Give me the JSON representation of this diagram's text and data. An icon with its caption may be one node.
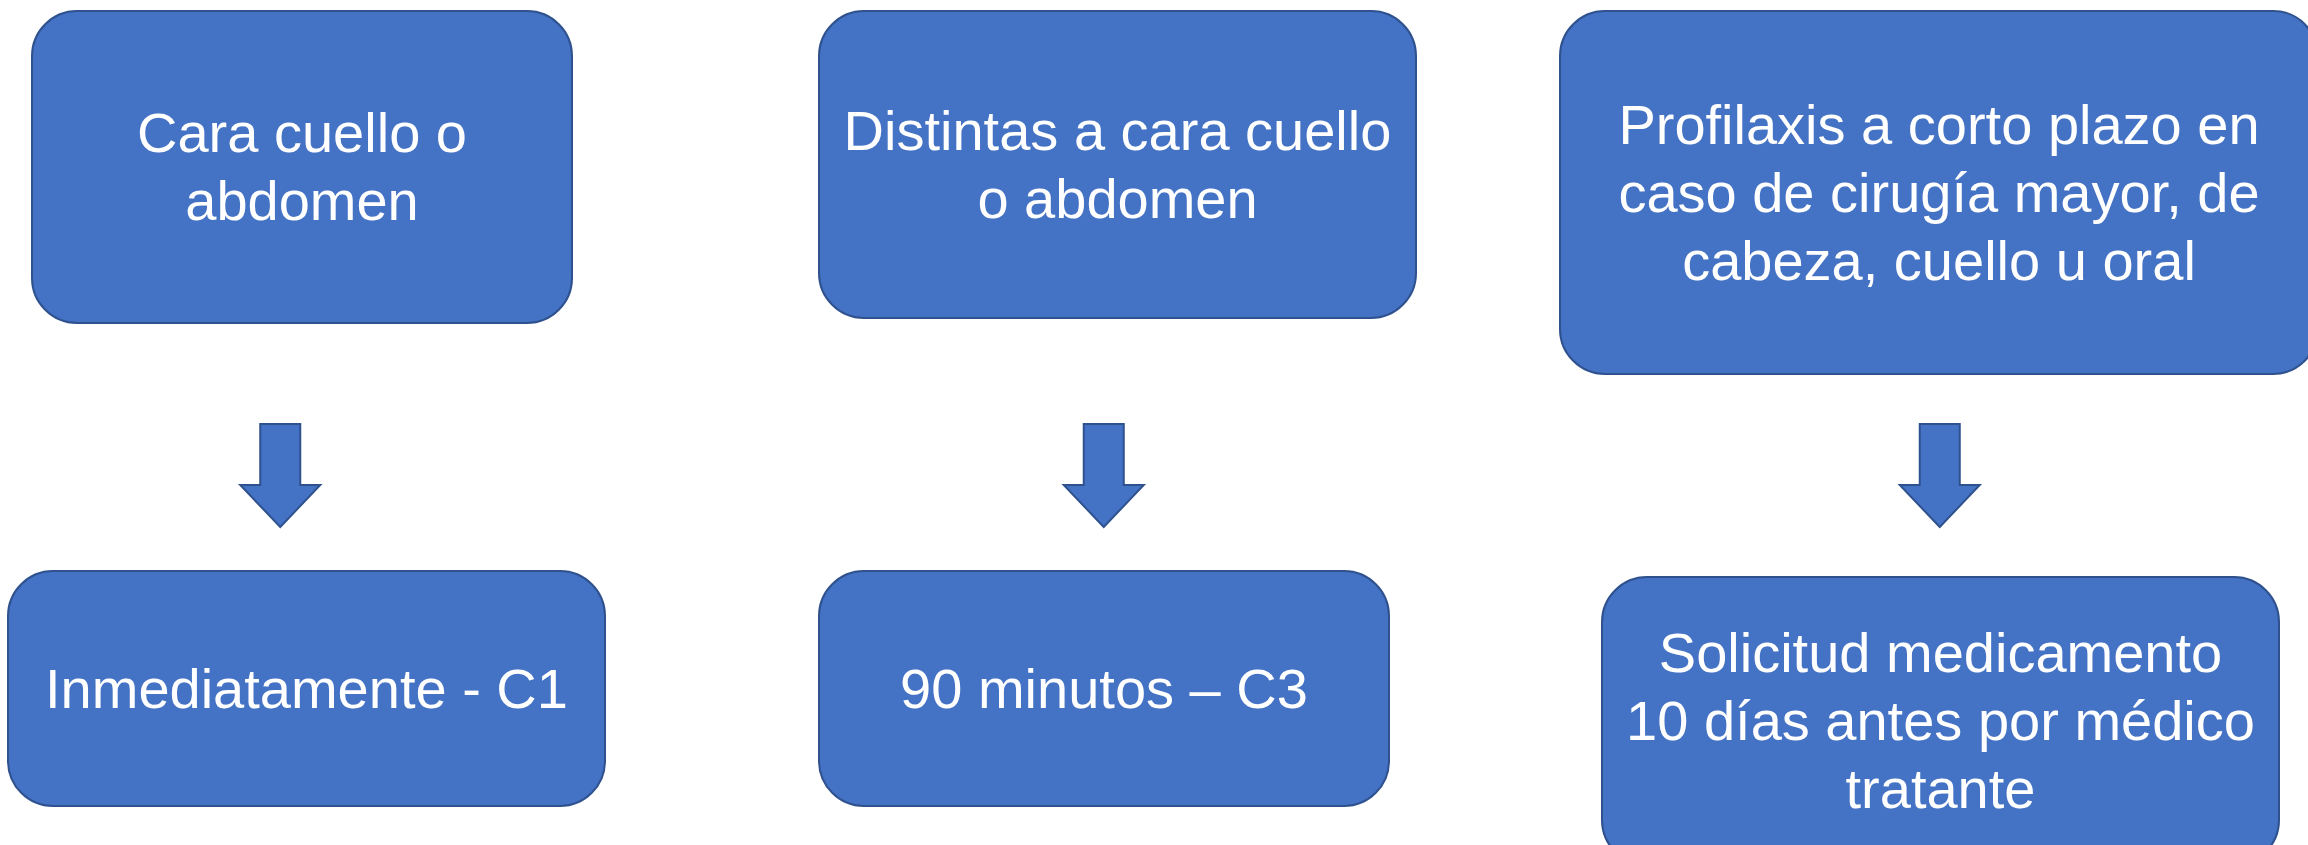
{
  "diagram": {
    "nodes": [
      {
        "text": [
          "Cara cuello o abdomen"
        ]
      },
      {
        "text": [
          "Distintas a cara cuello o abdomen"
        ]
      },
      {
        "text": [
          "Profilaxis a corto plazo en caso de cirugía mayor, de cabeza, cuello u oral"
        ]
      },
      {
        "text": [
          "Inmediatamente - C1"
        ]
      },
      {
        "text": [
          "90 minutos – C3"
        ]
      },
      {
        "text": [
          "Solicitud medicamento 10 días antes por médico tratante"
        ]
      }
    ],
    "edges": [
      {
        "from": 0,
        "to": 3,
        "arrow": "to"
      },
      {
        "from": 1,
        "to": 4,
        "arrow": "to"
      },
      {
        "from": 2,
        "to": 5,
        "arrow": "to"
      }
    ]
  }
}
